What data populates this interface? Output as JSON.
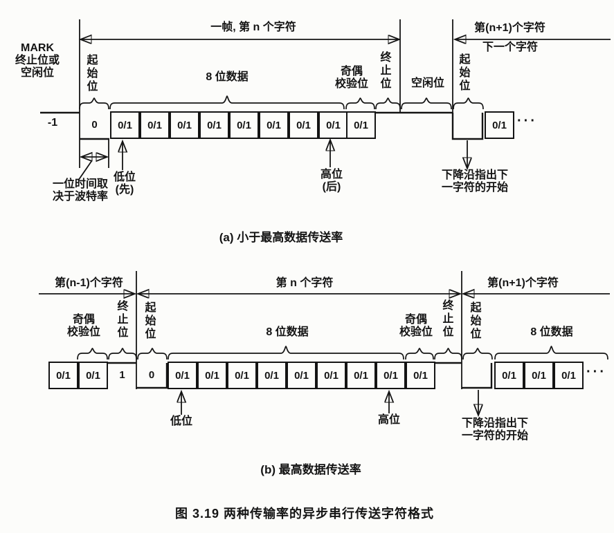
{
  "figure": {
    "caption": "图 3.19  两种传输率的异步串行传送字符格式"
  },
  "a": {
    "caption": "(a) 小于最高数据传送率",
    "frame_arrow_label": "一帧, 第 n 个字符",
    "next_char_label": "第(n+1)个字符",
    "next_char_sublabel": "下一个字符",
    "mark_label": "MARK\n终止位或\n空闲位",
    "start_bit_label": "起始位",
    "data_label": "8 位数据",
    "parity_label": "奇偶\n校验位",
    "stop_label": "终止位",
    "idle_label": "空闲位",
    "next_start_label": "起始位",
    "mark_level": "-1",
    "start_bit": "0",
    "bits": [
      "0/1",
      "0/1",
      "0/1",
      "0/1",
      "0/1",
      "0/1",
      "0/1",
      "0/1",
      "0/1"
    ],
    "next_bit": "0/1",
    "ellipsis": "···",
    "bit_time_note": "一位时间取\n决于波特率",
    "lsb_note": "低位\n(先)",
    "msb_note": "高位\n(后)",
    "falling_edge_note": "下降沿指出下\n一字符的开始"
  },
  "b": {
    "caption": "(b) 最高数据传送率",
    "prev_char_label": "第(n-1)个字符",
    "char_label": "第 n 个字符",
    "next_char_label": "第(n+1)个字符",
    "parity_label_left": "奇偶\n校验位",
    "stop_label_left": "终止位",
    "start_label_left": "起始位",
    "data_label_left": "8 位数据",
    "parity_label_right": "奇偶\n校验位",
    "stop_label_right": "终止位",
    "start_label_right": "起始位",
    "data_label_right": "8 位数据",
    "prev_bits": [
      "0/1",
      "0/1"
    ],
    "stop_bit": "1",
    "start_bit": "0",
    "bits": [
      "0/1",
      "0/1",
      "0/1",
      "0/1",
      "0/1",
      "0/1",
      "0/1",
      "0/1"
    ],
    "parity_bit": "0/1",
    "next_bits": [
      "0/1",
      "0/1",
      "0/1"
    ],
    "ellipsis": "···",
    "lsb_note": "低位",
    "msb_note": "高位",
    "falling_edge_note": "下降沿指出下\n一字符的开始"
  }
}
